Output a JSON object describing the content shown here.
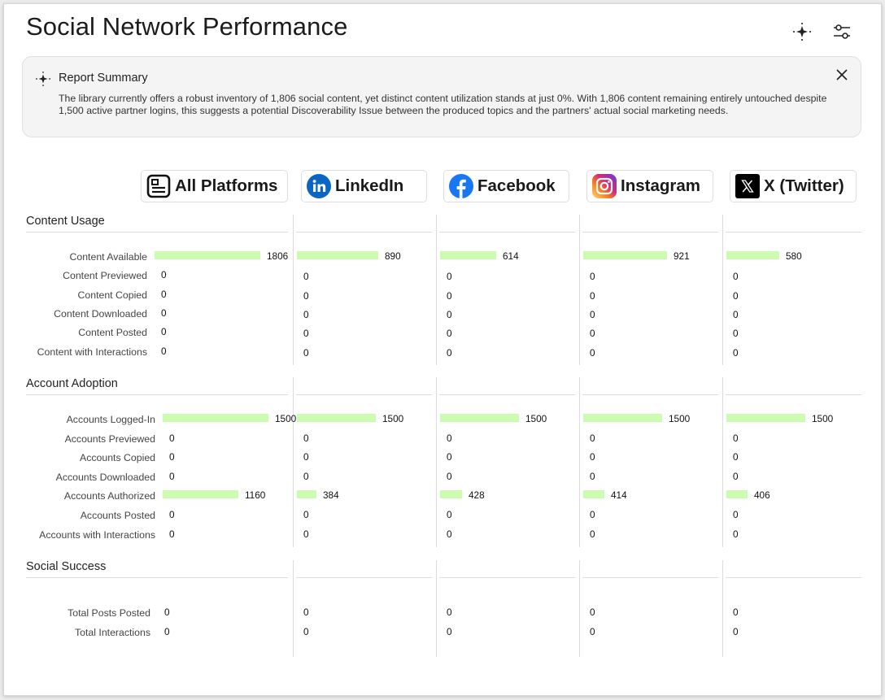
{
  "header": {
    "title": "Social Network Performance",
    "icons": [
      "sparkle-icon",
      "sliders-icon"
    ]
  },
  "summary": {
    "title": "Report Summary",
    "text": "The library currently offers a robust inventory of 1,806 social content, yet distinct content utilization stands at just 0%. With 1,806 content remaining entirely untouched despite 1,500 active partner logins, this suggests a potential Discoverability Issue between the produced topics and the partners' actual social marketing needs."
  },
  "platforms": [
    {
      "label": "All Platforms",
      "icon": "document-icon"
    },
    {
      "label": "LinkedIn",
      "icon": "linkedin-icon",
      "color": "#0a66c2"
    },
    {
      "label": "Facebook",
      "icon": "facebook-icon",
      "color": "#1877f2"
    },
    {
      "label": "Instagram",
      "icon": "instagram-icon"
    },
    {
      "label": "X (Twitter)",
      "icon": "x-icon",
      "color": "#000000"
    }
  ],
  "colors": {
    "bar": "#ccfcb0"
  },
  "sections": [
    {
      "title": "Content Usage",
      "rows": [
        {
          "label": "Content Available",
          "values": [
            1806,
            890,
            614,
            921,
            580
          ]
        },
        {
          "label": "Content Previewed",
          "values": [
            0,
            0,
            0,
            0,
            0
          ]
        },
        {
          "label": "Content Copied",
          "values": [
            0,
            0,
            0,
            0,
            0
          ]
        },
        {
          "label": "Content Downloaded",
          "values": [
            0,
            0,
            0,
            0,
            0
          ]
        },
        {
          "label": "Content Posted",
          "values": [
            0,
            0,
            0,
            0,
            0
          ]
        },
        {
          "label": "Content with Interactions",
          "values": [
            0,
            0,
            0,
            0,
            0
          ]
        }
      ]
    },
    {
      "title": "Account Adoption",
      "rows": [
        {
          "label": "Accounts Logged-In",
          "values": [
            1500,
            1500,
            1500,
            1500,
            1500
          ]
        },
        {
          "label": "Accounts Previewed",
          "values": [
            0,
            0,
            0,
            0,
            0
          ]
        },
        {
          "label": "Accounts Copied",
          "values": [
            0,
            0,
            0,
            0,
            0
          ]
        },
        {
          "label": "Accounts Downloaded",
          "values": [
            0,
            0,
            0,
            0,
            0
          ]
        },
        {
          "label": "Accounts Authorized",
          "values": [
            1160,
            384,
            428,
            414,
            406
          ]
        },
        {
          "label": "Accounts Posted",
          "values": [
            0,
            0,
            0,
            0,
            0
          ]
        },
        {
          "label": "Accounts with Interactions",
          "values": [
            0,
            0,
            0,
            0,
            0
          ]
        }
      ]
    },
    {
      "title": "Social Success",
      "rows": [
        {
          "label": "Total Posts Posted",
          "values": [
            0,
            0,
            0,
            0,
            0
          ]
        },
        {
          "label": "Total Interactions",
          "values": [
            0,
            0,
            0,
            0,
            0
          ]
        }
      ]
    }
  ]
}
